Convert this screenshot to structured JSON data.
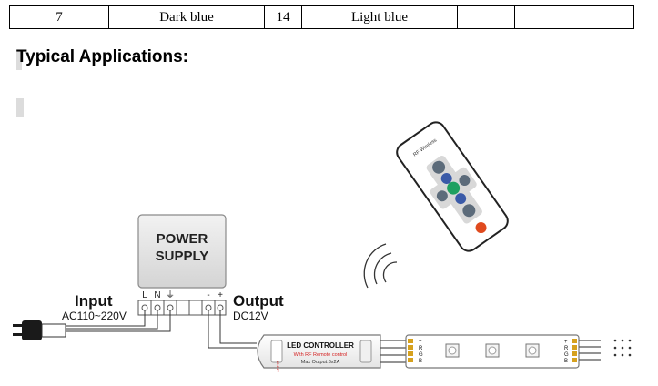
{
  "table": {
    "rows": [
      {
        "cells": [
          "7",
          "Dark blue",
          "14",
          "Light blue",
          "",
          ""
        ]
      }
    ]
  },
  "section": {
    "heading": "Typical Applications:"
  },
  "diagram": {
    "power_supply": {
      "line1": "POWER",
      "line2": "SUPPLY",
      "terminals": [
        "L",
        "N",
        "⏚",
        "-",
        "+"
      ]
    },
    "input": {
      "label": "Input",
      "spec": "AC110~220V"
    },
    "output": {
      "label": "Output",
      "spec": "DC12V"
    },
    "controller": {
      "title": "LED CONTROLLER",
      "subtitle": "With RF Remote control",
      "rating": "Max Output:3x2A",
      "side_text": "12-24V"
    },
    "remote": {
      "brand": "RF Wireless"
    },
    "strip": {
      "pins_left": [
        "+",
        "R",
        "G",
        "B"
      ],
      "pins_right": [
        "+",
        "R",
        "G",
        "B"
      ]
    },
    "colors": {
      "key_gray": "#5c6b7a",
      "key_green": "#1fa060",
      "key_blue": "#3a5aa8",
      "power_key": "#e04a1e",
      "controller_red": "#d42020",
      "wire_gold": "#d6a11e"
    }
  }
}
